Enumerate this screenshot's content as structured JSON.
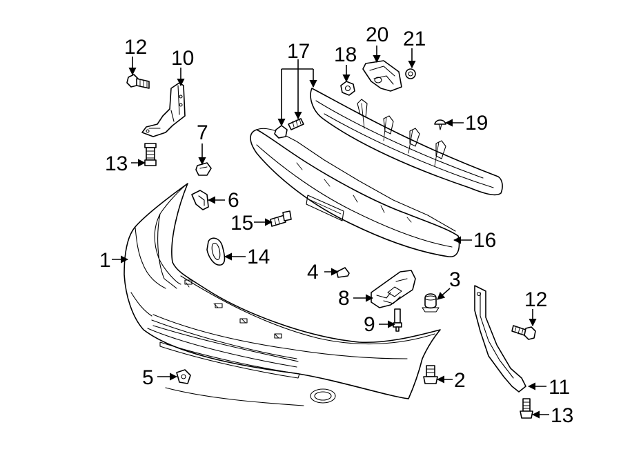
{
  "labels": {
    "l1": "1",
    "l2": "2",
    "l3": "3",
    "l4": "4",
    "l5": "5",
    "l6": "6",
    "l7": "7",
    "l8": "8",
    "l9": "9",
    "l10": "10",
    "l11": "11",
    "l12a": "12",
    "l12b": "12",
    "l13a": "13",
    "l13b": "13",
    "l14": "14",
    "l15": "15",
    "l16": "16",
    "l17": "17",
    "l18": "18",
    "l19": "19",
    "l20": "20",
    "l21": "21"
  },
  "colors": {
    "line": "#000000",
    "background": "#ffffff"
  }
}
